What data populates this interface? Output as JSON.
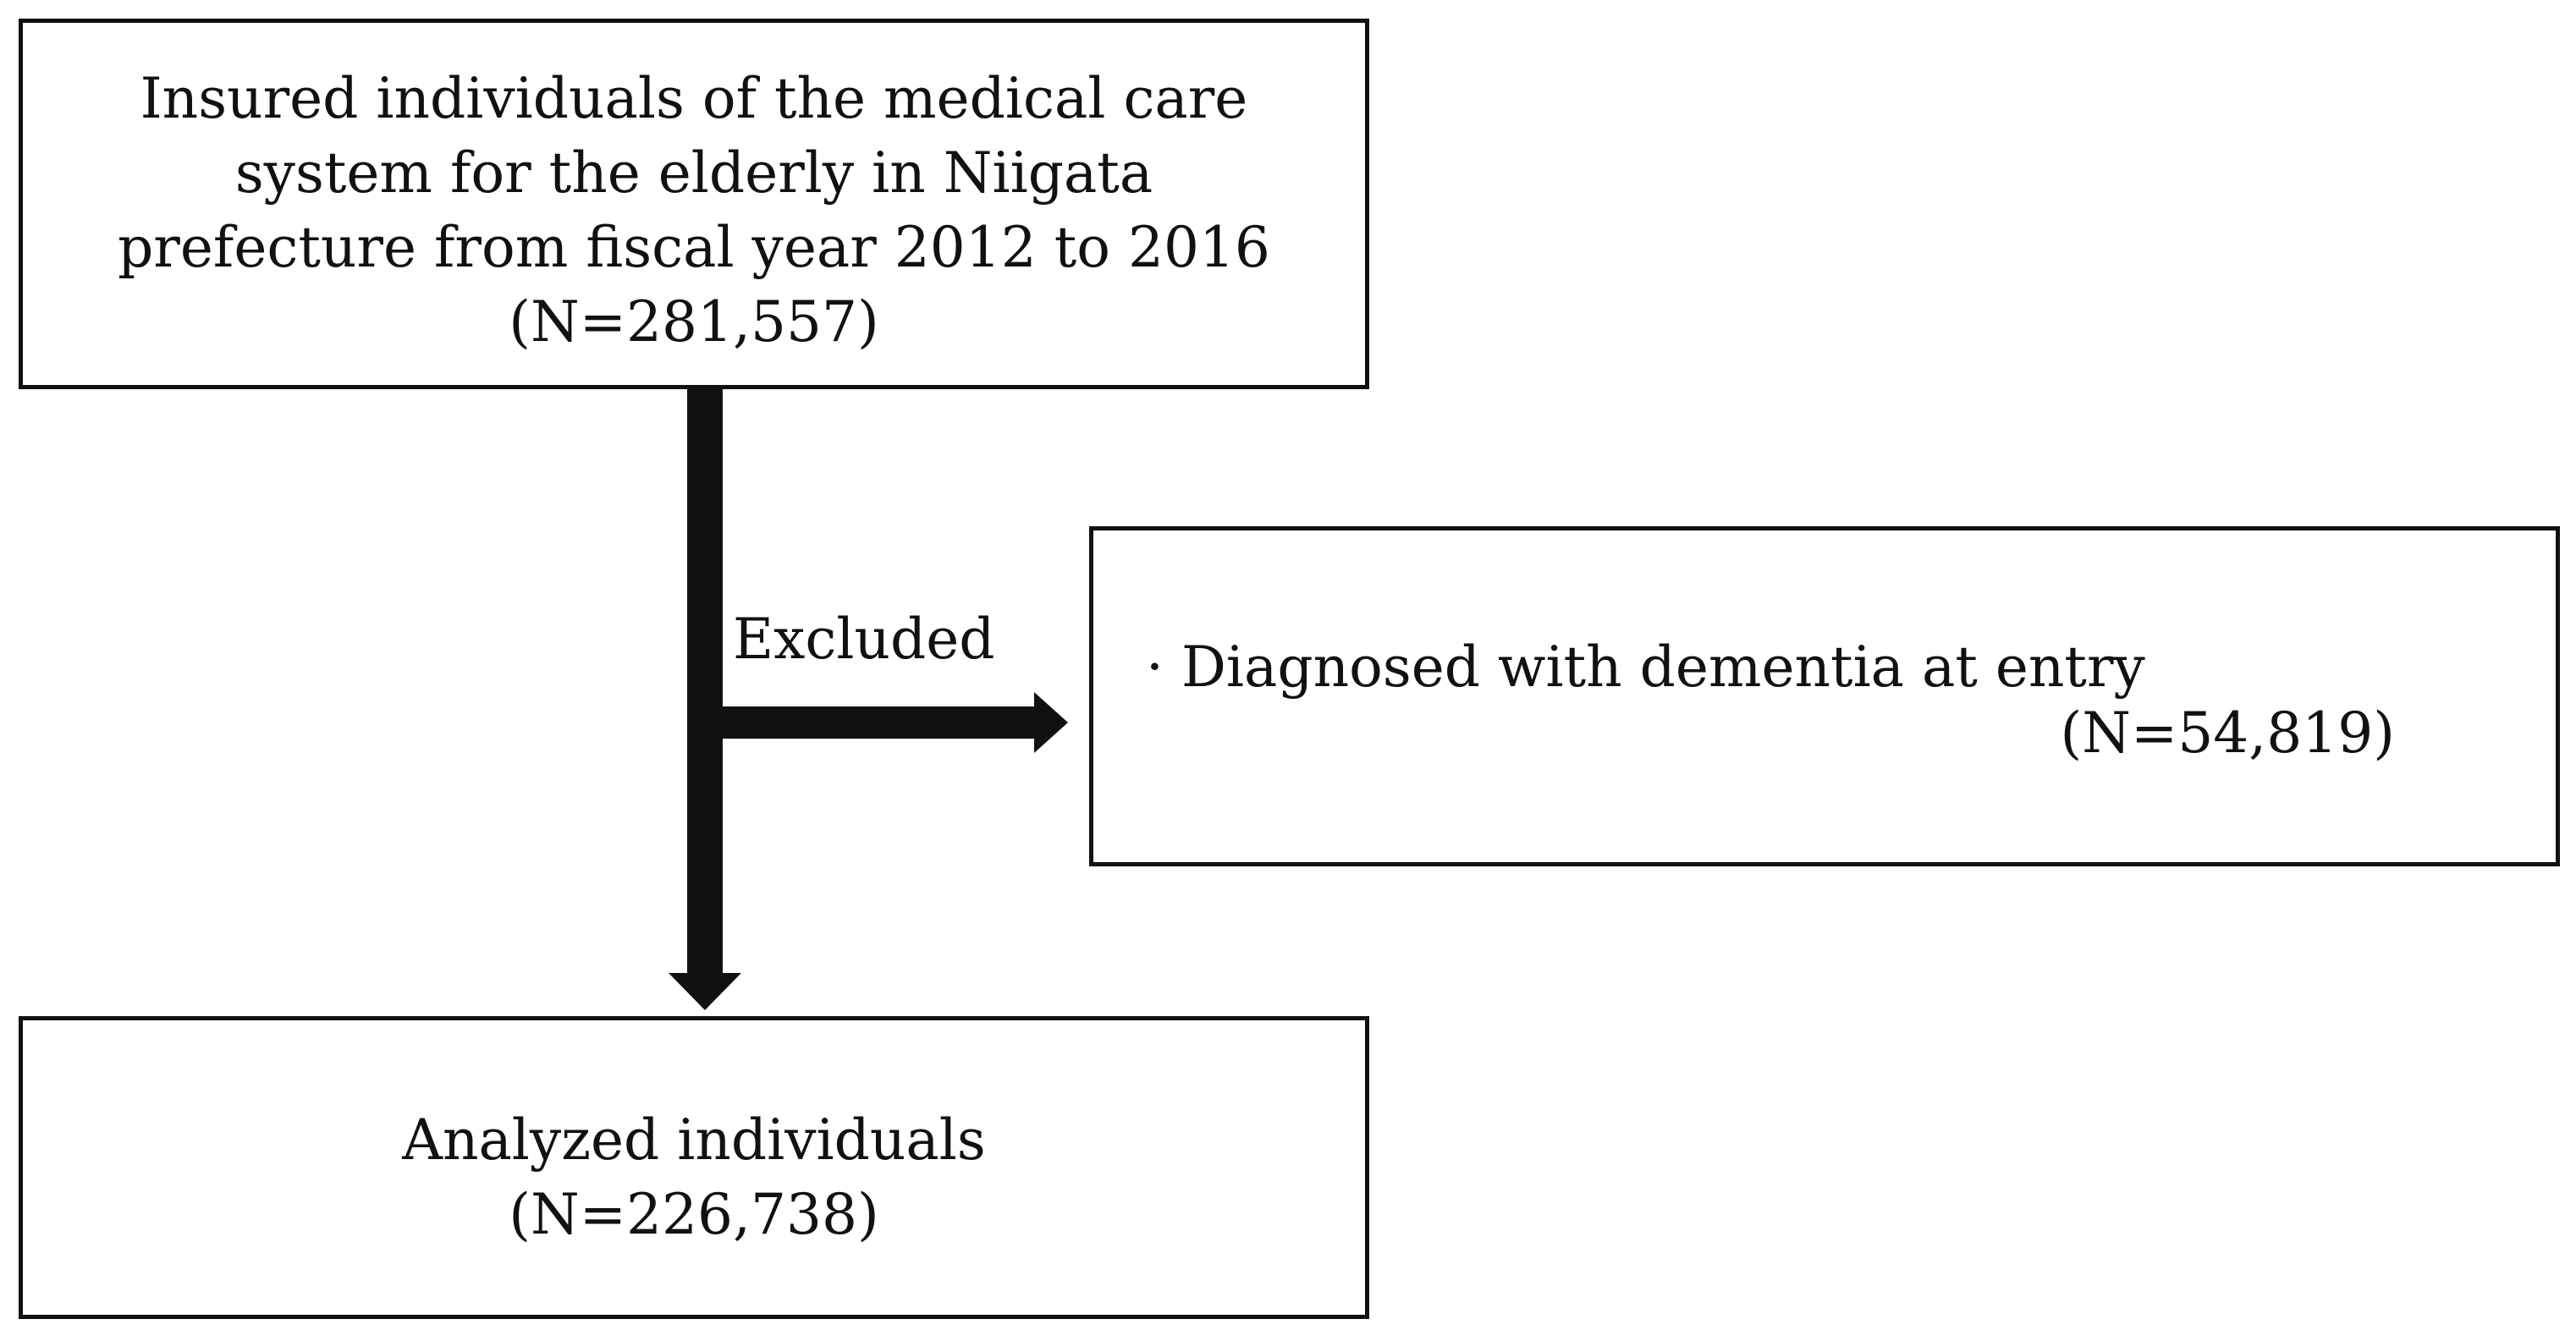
{
  "flowchart": {
    "top_box": {
      "lines": [
        "Insured individuals of the medical care",
        "system for the elderly in Niigata",
        "prefecture from fiscal year 2012 to 2016",
        "(N=281,557)"
      ]
    },
    "excluded_label": "Excluded",
    "excluded_box": {
      "lines": [
        "· Diagnosed with dementia at entry",
        "(N=54,819)"
      ]
    },
    "bottom_box": {
      "lines": [
        "Analyzed individuals",
        "(N=226,738)"
      ]
    },
    "colors": {
      "line": "#111111",
      "background": "#ffffff"
    }
  }
}
